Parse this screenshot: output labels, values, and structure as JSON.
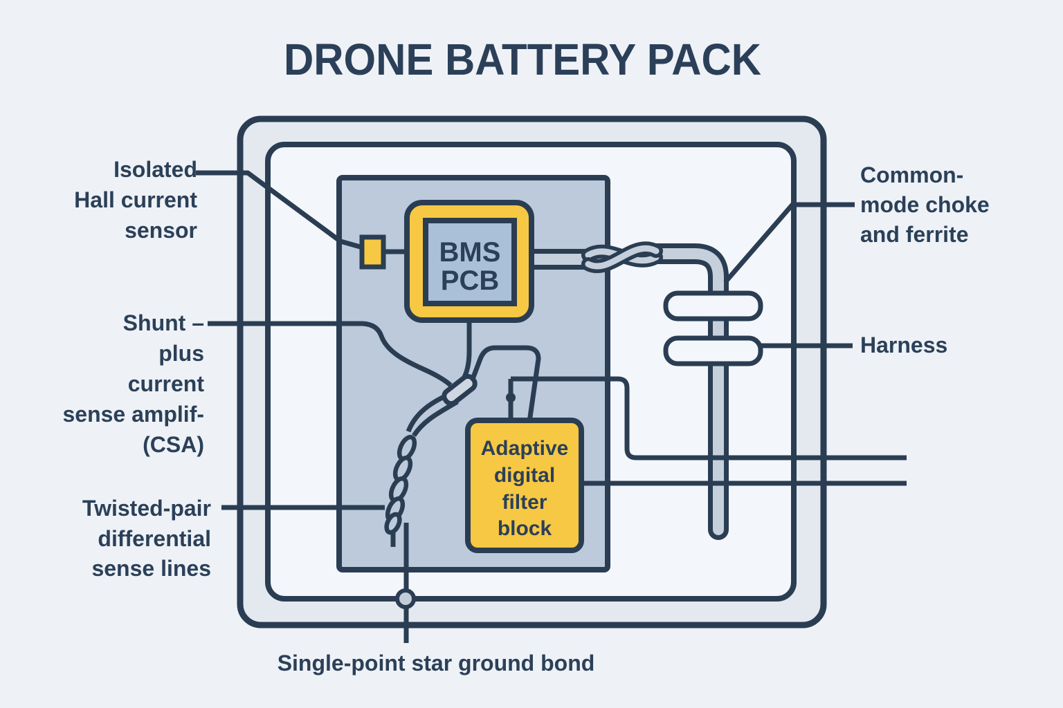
{
  "title": "DRONE BATTERY PACK",
  "colors": {
    "background": "#eef1f6",
    "ink": "#2b4058",
    "line": "#2a3d52",
    "outer_band_fill": "#e4e9f0",
    "inner_fill": "#f3f6fa",
    "pcb_panel_fill": "#bccadb",
    "accent_yellow": "#f7c843",
    "bms_inner_fill": "#a9c0d8",
    "wire_fill": "#c6d0dc",
    "ground_dot_fill": "#c2cdd8"
  },
  "labels": {
    "isolated_hall": {
      "lines": [
        "Isolated",
        "Hall current",
        "sensor"
      ]
    },
    "shunt": {
      "lines": [
        "Shunt –",
        "plus",
        "current",
        "sense amplif-",
        "(CSA)"
      ]
    },
    "twisted_pair": {
      "lines": [
        "Twisted-pair",
        "differential",
        "sense lines"
      ]
    },
    "common_mode": {
      "lines": [
        "Common-",
        "mode choke",
        "and ferrite"
      ]
    },
    "harness": {
      "label": "Harness"
    },
    "ground": {
      "label": "Single-point star ground bond"
    }
  },
  "blocks": {
    "bms": {
      "lines": [
        "BMS",
        "PCB"
      ]
    },
    "adaptive_filter": {
      "lines": [
        "Adaptive",
        "digital",
        "filter",
        "block"
      ]
    }
  }
}
